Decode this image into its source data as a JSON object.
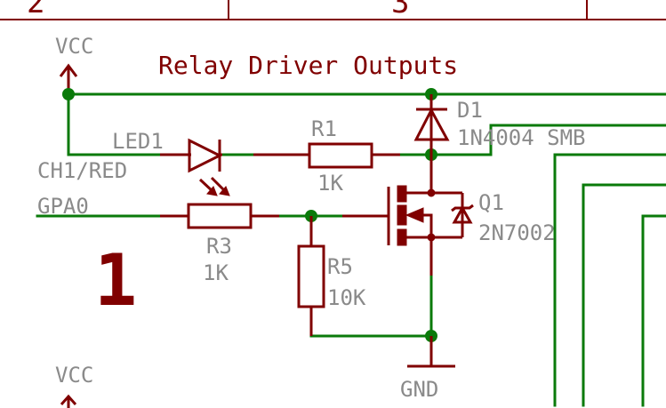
{
  "schematic": {
    "title": "Relay Driver Outputs",
    "frame": {
      "column_labels": [
        "2",
        "3"
      ],
      "row_label": "1"
    },
    "net_labels": {
      "vcc_top": "VCC",
      "vcc_bottom": "VCC",
      "gnd": "GND",
      "input_net": "GPA0",
      "channel": "CH1/RED"
    },
    "components": {
      "led1": {
        "ref": "LED1"
      },
      "r1": {
        "ref": "R1",
        "value": "1K"
      },
      "r3": {
        "ref": "R3",
        "value": "1K"
      },
      "r5": {
        "ref": "R5",
        "value": "10K"
      },
      "d1": {
        "ref": "D1",
        "value": "1N4004 SMB"
      },
      "q1": {
        "ref": "Q1",
        "value": "2N7002"
      }
    },
    "colors": {
      "wire": "#0a7a0a",
      "part": "#800000",
      "label": "#8a8a8a"
    }
  }
}
